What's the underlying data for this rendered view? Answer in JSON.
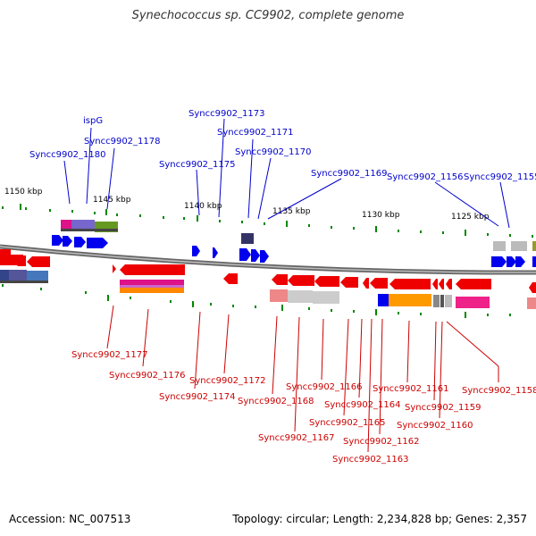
{
  "title": "Synechococcus sp. CC9902, complete genome",
  "footer": {
    "accession": "Accession: NC_007513",
    "summary": "Topology: circular; Length: 2,234,828 bp; Genes: 2,357"
  },
  "colors": {
    "forward": "#0000ee",
    "reverse": "#ee0000",
    "backbone": "#808080",
    "tick": "#008800"
  },
  "kbp_labels": [
    "1150 kbp",
    "1145 kbp",
    "1140 kbp",
    "1135 kbp",
    "1130 kbp",
    "1125 kbp"
  ],
  "forward_labels": [
    "ispG",
    "Syncc9902_1178",
    "Syncc9902_1180",
    "Syncc9902_1173",
    "Syncc9902_1171",
    "Syncc9902_1170",
    "Syncc9902_1175",
    "Syncc9902_1169",
    "Syncc9902_1156",
    "Syncc9902_1155"
  ],
  "reverse_labels": [
    "Syncc9902_1177",
    "Syncc9902_1176",
    "Syncc9902_1172",
    "Syncc9902_1174",
    "Syncc9902_1168",
    "Syncc9902_1166",
    "Syncc9902_1167",
    "Syncc9902_1164",
    "Syncc9902_1165",
    "Syncc9902_1162",
    "Syncc9902_1163",
    "Syncc9902_1161",
    "Syncc9902_1159",
    "Syncc9902_1160",
    "Syncc9902_1158"
  ]
}
